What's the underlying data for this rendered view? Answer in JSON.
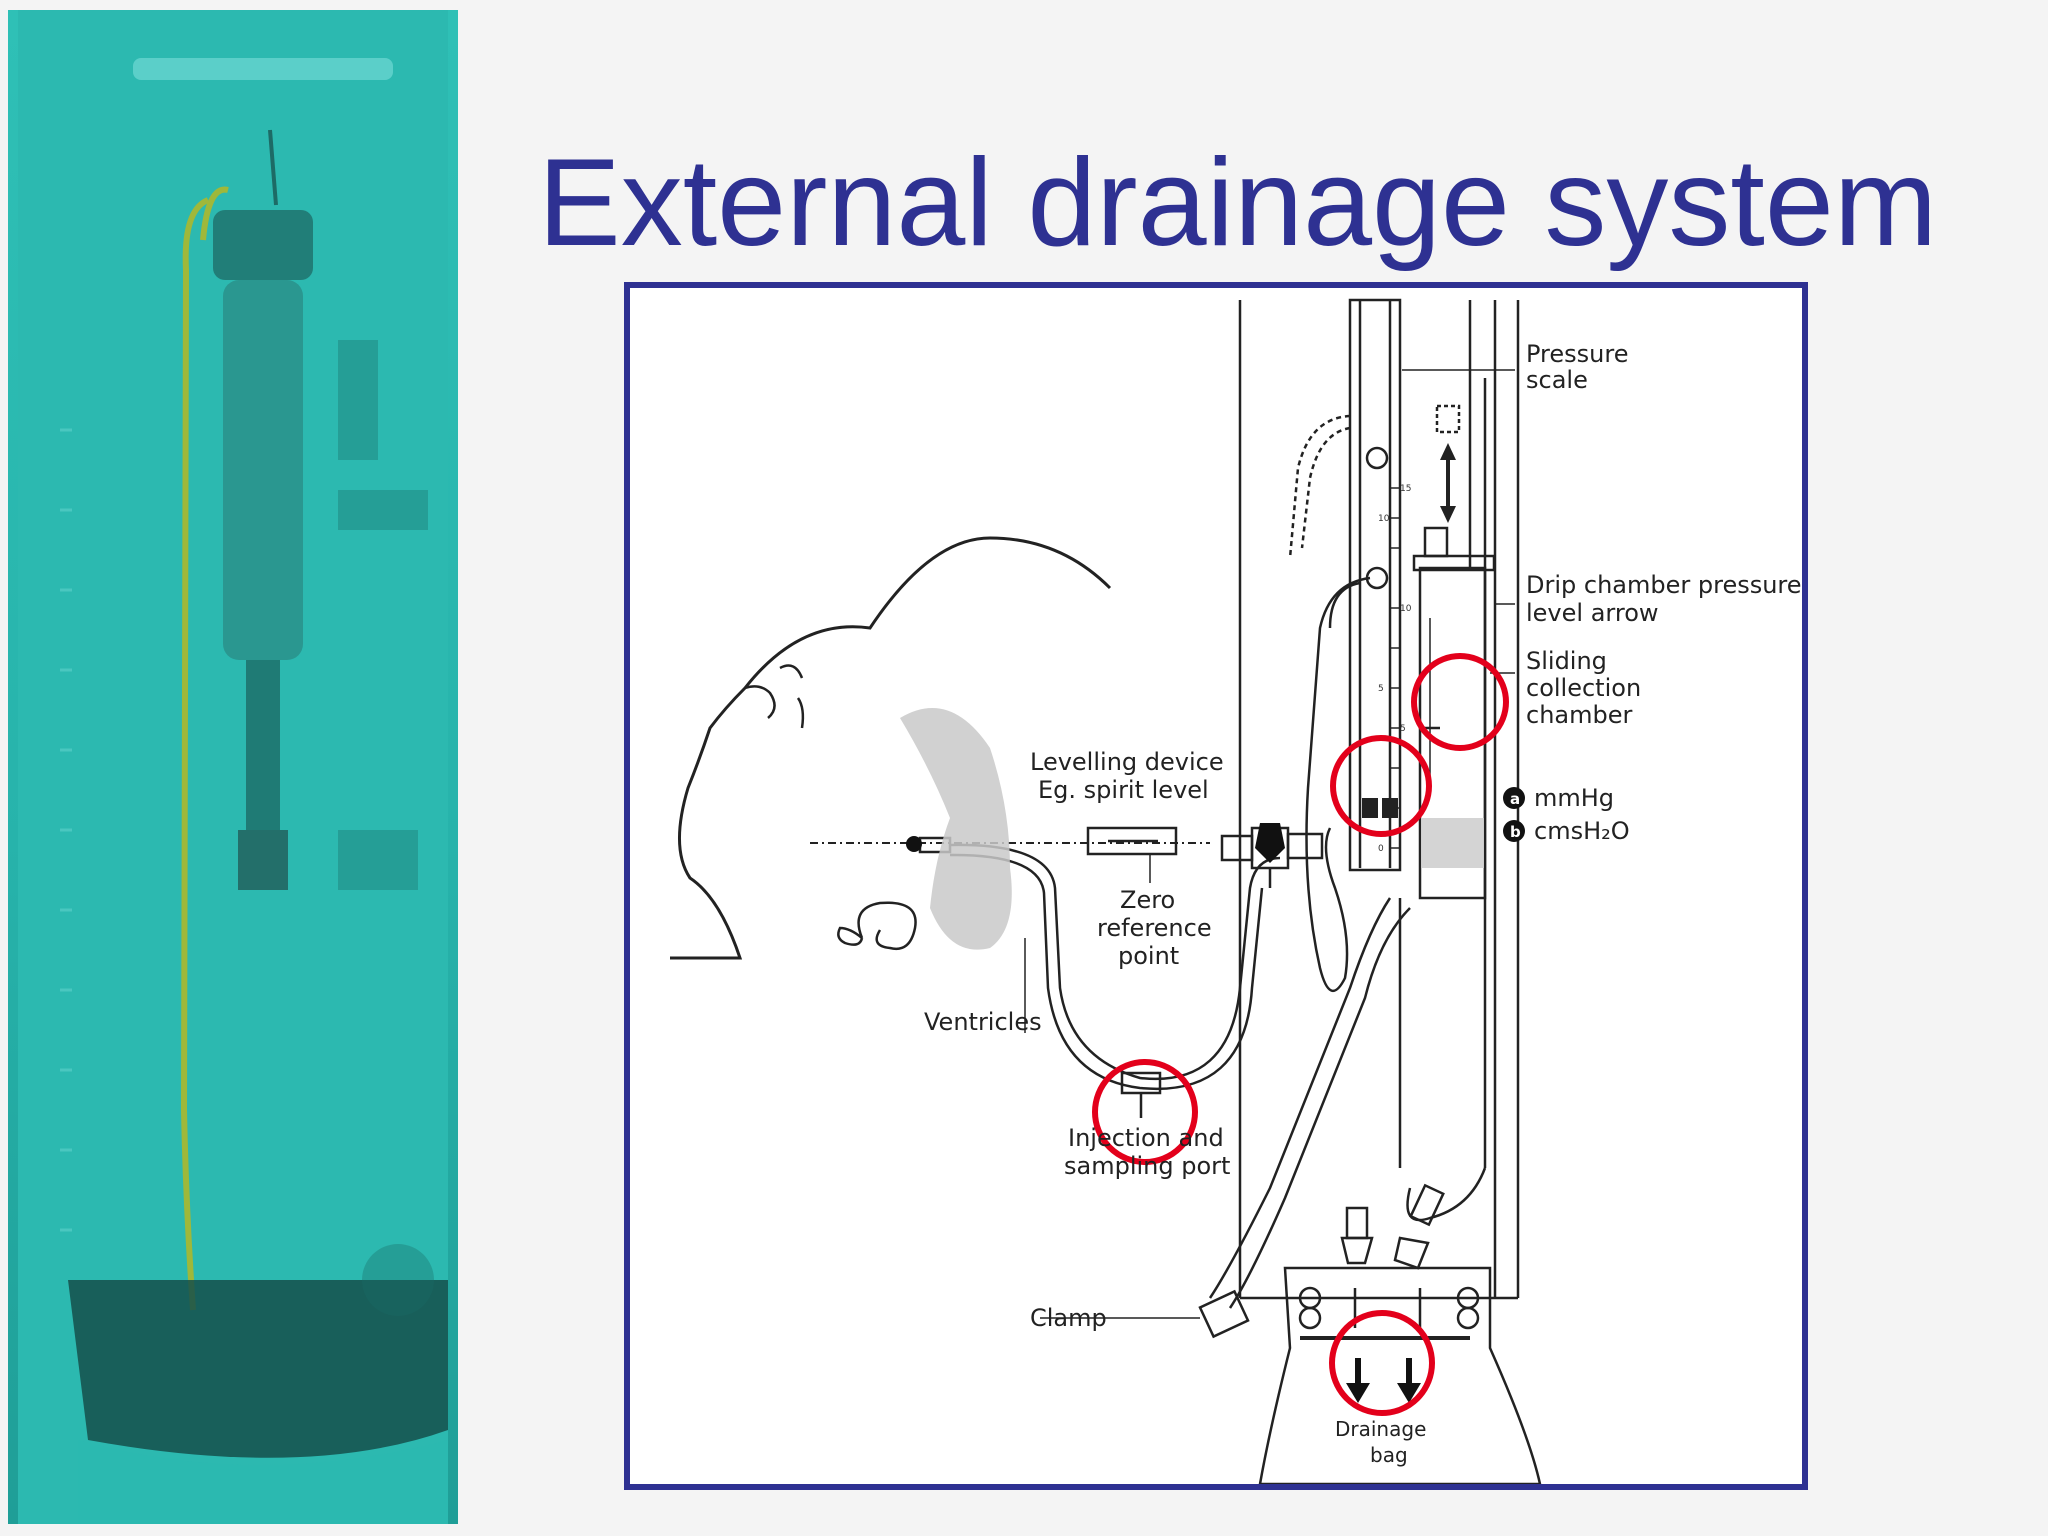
{
  "title": "External drainage system",
  "photo": {
    "description_icon": "drainage-bag-photo"
  },
  "labels": {
    "pressure_scale_1": "Pressure",
    "pressure_scale_2": "scale",
    "drip_1": "Drip chamber pressure",
    "drip_2": "level arrow",
    "sliding_1": "Sliding",
    "sliding_2": "collection",
    "sliding_3": "chamber",
    "mmhg_marker": "a",
    "mmhg": "mmHg",
    "cmsh2o_marker": "b",
    "cmsh2o": "cmsH₂O",
    "levelling_1": "Levelling device",
    "levelling_2": "Eg. spirit level",
    "zero_1": "Zero",
    "zero_2": "reference",
    "zero_3": "point",
    "ventricles": "Ventricles",
    "injection_1": "Injection and",
    "injection_2": "sampling port",
    "clamp": "Clamp",
    "drainage_1": "Drainage",
    "drainage_2": "bag"
  },
  "scale_ticks": [
    "15",
    "10",
    "10",
    "5",
    "5",
    "0"
  ],
  "colors": {
    "title": "#2e3192",
    "frame": "#2e3192",
    "highlight_circle": "#e3001b",
    "photo_bg": "#2fc0b6"
  }
}
